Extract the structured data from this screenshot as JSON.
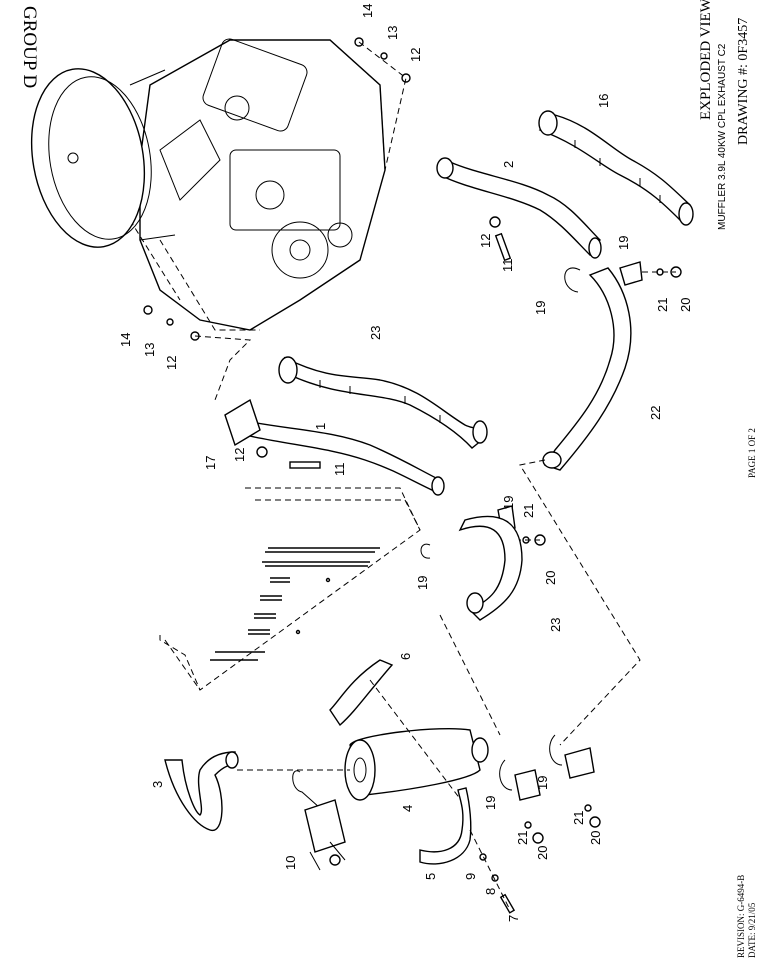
{
  "header": {
    "group": "GROUP D",
    "view_title": "EXPLODED VIEW:",
    "view_subtitle": "MUFFLER 3.9L  40KW CPL EXHAUST C2",
    "drawing": "DRAWING #: 0F3457"
  },
  "footer": {
    "revision": "REVISION: G-6494-B",
    "date": "DATE: 9/21/05",
    "page": "PAGE 1 OF 2"
  },
  "callouts": {
    "c14a": "14",
    "c13a": "13",
    "c12a": "12",
    "c2": "2",
    "c16": "16",
    "c12b": "12",
    "c11a": "11",
    "c19a": "19",
    "c19b": "19",
    "c21a": "21",
    "c20a": "20",
    "c14b": "14",
    "c13b": "13",
    "c12c": "12",
    "c23a": "23",
    "c22": "22",
    "c1": "1",
    "c17": "17",
    "c12d": "12",
    "c11b": "11",
    "c19c": "19",
    "c19d": "19",
    "c21b": "21",
    "c20b": "20",
    "c23b": "23",
    "c6": "6",
    "c3": "3",
    "c10": "10",
    "c4": "4",
    "c5": "5",
    "c9": "9",
    "c8": "8",
    "c7": "7",
    "c19e": "19",
    "c19f": "19",
    "c21c": "21",
    "c20c": "20",
    "c21d": "21",
    "c20d": "20"
  }
}
